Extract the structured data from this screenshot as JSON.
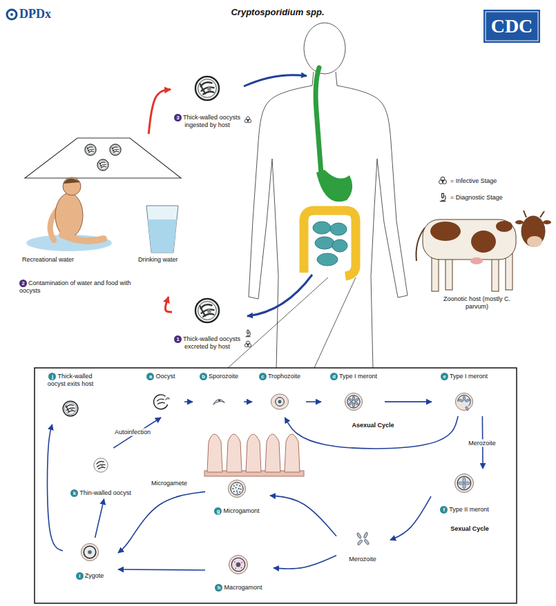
{
  "diagram": {
    "title": "Cryptosporidium spp.",
    "nodes": [
      {
        "text": [
          "3",
          "Thick-walled oocysts ingested by host"
        ]
      },
      {
        "text": [
          "Recreational water",
          "Drinking water",
          "2",
          "Contamination of water and food with oocysts"
        ]
      },
      {
        "text": [
          "1",
          "Thick-walled oocysts excreted by host"
        ]
      },
      {
        "text": [
          "j",
          "Thick-walled oocyst exits host"
        ]
      },
      {
        "text": [
          "a",
          "Oocyst"
        ]
      },
      {
        "text": [
          "b",
          "Sporozoite"
        ]
      },
      {
        "text": [
          "c",
          "Trophozoite"
        ]
      },
      {
        "text": [
          "d",
          "Type I meront"
        ]
      },
      {
        "text": [
          "e",
          "Type I meront"
        ]
      },
      {
        "text": [
          "f",
          "Type II meront"
        ]
      },
      {
        "text": [
          "Merozoite"
        ]
      },
      {
        "text": [
          "g",
          "Microgamont"
        ]
      },
      {
        "text": [
          "h",
          "Macrogamont"
        ]
      },
      {
        "text": [
          "i",
          "Zygote"
        ]
      },
      {
        "text": [
          "k",
          "Thin-walled oocyst"
        ]
      }
    ],
    "edges": [
      {
        "from": 2,
        "to": 1,
        "arrow": "to"
      },
      {
        "from": 1,
        "to": 0,
        "arrow": "to"
      },
      {
        "from": 4,
        "to": 5,
        "arrow": "to"
      },
      {
        "from": 5,
        "to": 6,
        "arrow": "to"
      },
      {
        "from": 6,
        "to": 7,
        "arrow": "to"
      },
      {
        "from": 7,
        "to": 8,
        "arrow": "to"
      },
      {
        "from": 8,
        "to": 6,
        "arrow": "to"
      },
      {
        "from": 8,
        "to": 9,
        "label": "Merozoite",
        "arrow": "to"
      },
      {
        "from": 9,
        "to": 10,
        "arrow": "to"
      },
      {
        "from": 10,
        "to": 11,
        "arrow": "to"
      },
      {
        "from": 10,
        "to": 12,
        "arrow": "to"
      },
      {
        "from": 11,
        "to": 13,
        "label": "Microgamete",
        "arrow": "to"
      },
      {
        "from": 12,
        "to": 13,
        "arrow": "to"
      },
      {
        "from": 13,
        "to": 14,
        "arrow": "to"
      },
      {
        "from": 13,
        "to": 3,
        "arrow": "to"
      },
      {
        "from": 14,
        "to": 4,
        "label": "Autoinfection",
        "arrow": "to"
      }
    ],
    "labels": [
      "DPDx",
      "CDC",
      "Zoonotic host (mostly C. parvum)",
      "Asexual Cycle",
      "Sexual Cycle"
    ],
    "legend": [
      {
        "text": "= Infective Stage"
      },
      {
        "text": "= Diagnostic Stage"
      }
    ]
  }
}
